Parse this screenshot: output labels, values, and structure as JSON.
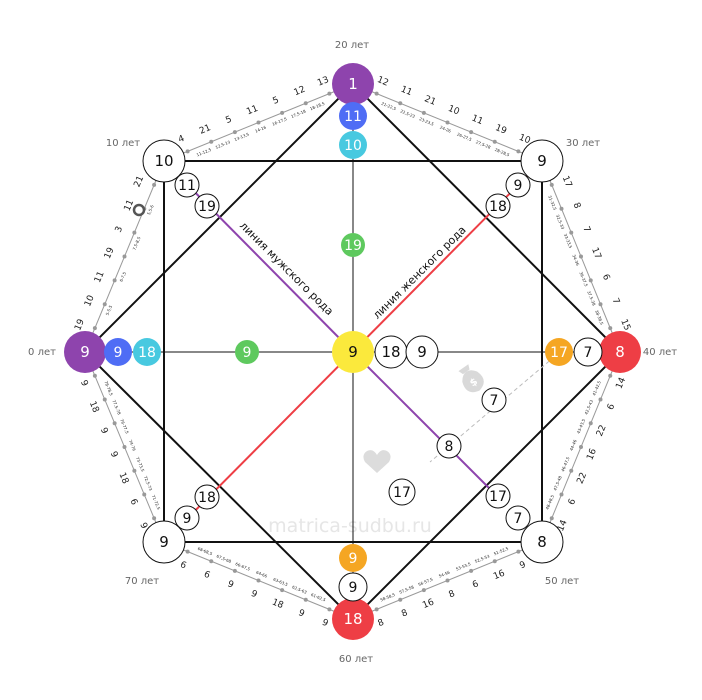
{
  "age_labels": {
    "a0": "0 лет",
    "a10": "10 лет",
    "a20": "20 лет",
    "a30": "30 лет",
    "a40": "40 лет",
    "a50": "50 лет",
    "a60": "60 лет",
    "a70": "70 лет"
  },
  "colors": {
    "purple": "#8e44ad",
    "blue": "#4f6df5",
    "cyan": "#48c9e0",
    "green": "#5ec95e",
    "yellow": "#fbe93c",
    "orange": "#f5a623",
    "red": "#ee3e45",
    "male_line": "#8e44ad",
    "female_line": "#ee3e45"
  },
  "nodes": {
    "top": "1",
    "top_b": "11",
    "top_c": "10",
    "top_d": "19",
    "left": "9",
    "left_b": "9",
    "left_c": "18",
    "left_d": "9",
    "right": "8",
    "right_b": "17",
    "right_c": "7",
    "bottom": "18",
    "bottom_b": "9",
    "bottom_c": "9",
    "center": "9",
    "center_b": "18",
    "center_c": "9",
    "tl": "10",
    "tl_b": "11",
    "tl_c": "19",
    "tr": "9",
    "tr_b": "9",
    "tr_c": "18",
    "br": "8",
    "br_b": "7",
    "br_c": "17",
    "bl": "9",
    "bl_b": "9",
    "bl_c": "18",
    "money_a": "7",
    "money_b": "8",
    "love": "17"
  },
  "lines": {
    "male": "линия мужского рода",
    "female": "линия женского рода"
  },
  "edge_ticks": {
    "e0": [
      "19",
      "10",
      "11",
      "19",
      "3",
      "11",
      "21"
    ],
    "e1": [
      "4",
      "21",
      "5",
      "11",
      "5",
      "12",
      "13"
    ],
    "e2": [
      "12",
      "11",
      "21",
      "10",
      "11",
      "19",
      "10"
    ],
    "e3": [
      "17",
      "8",
      "7",
      "17",
      "6",
      "7",
      "15"
    ],
    "e4": [
      "14",
      "6",
      "22",
      "16",
      "22",
      "6",
      "14"
    ],
    "e5": [
      "9",
      "16",
      "6",
      "8",
      "16",
      "8",
      "8"
    ],
    "e6": [
      "9",
      "9",
      "18",
      "9",
      "9",
      "6",
      "6"
    ],
    "e7": [
      "9",
      "6",
      "18",
      "9",
      "9",
      "18",
      "9"
    ]
  },
  "micro": {
    "e0": [
      "5-5,5",
      "6-7,5",
      "7,5-8,5",
      "5,5-6"
    ],
    "e1": [
      "11-12,5",
      "12,5-13",
      "13-13,5",
      "14-16",
      "16-17,5",
      "17,5-18",
      "18-18,5"
    ],
    "e2": [
      "21-22,5",
      "22,5-23",
      "23-23,5",
      "24-26",
      "26-27,5",
      "27,5-28",
      "28-28,5"
    ],
    "e3": [
      "31-32,5",
      "32,5-33",
      "33-33,5",
      "34-36",
      "36-37,5",
      "37,5-38",
      "38-38,5"
    ],
    "e4": [
      "41-42,5",
      "42,5-43",
      "43-43,5",
      "44-46",
      "46-47,5",
      "47,5-48",
      "48-48,5"
    ],
    "e5": [
      "51-52,5",
      "52,5-53",
      "53-53,5",
      "54-56",
      "56-57,5",
      "57,5-58",
      "58-58,5"
    ],
    "e6": [
      "61-62,5",
      "62,5-63",
      "63-63,5",
      "64-66",
      "66-67,5",
      "67,5-68",
      "68-68,5"
    ],
    "e7": [
      "71-72,5",
      "72,5-73",
      "73-73,5",
      "74-76",
      "76-77,5",
      "77,5-78",
      "78-78,5"
    ]
  },
  "watermark": "matrica-sudbu.ru"
}
